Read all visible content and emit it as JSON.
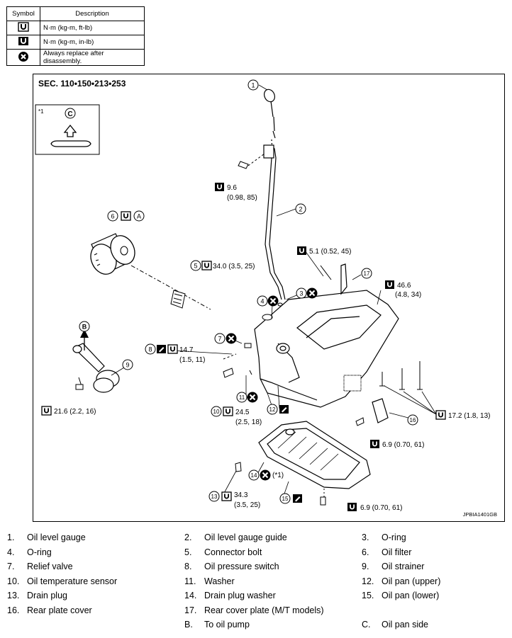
{
  "legend": {
    "header_symbol": "Symbol",
    "header_description": "Description",
    "rows": [
      {
        "icon": "torque-ft-lb-icon",
        "text": "N·m (kg-m, ft-lb)"
      },
      {
        "icon": "torque-in-lb-icon",
        "text": "N·m (kg-m, in-lb)"
      },
      {
        "icon": "always-replace-icon",
        "text": "Always replace after disassembly."
      }
    ]
  },
  "diagram": {
    "section": "SEC. 110•150•213•253",
    "image_code": "JPBIA1401GB",
    "inset_note": "*1",
    "inset_letter": "C",
    "callouts": {
      "c1": "1",
      "c2": "2",
      "c3": "3",
      "c4": "4",
      "c5": "5",
      "c6": "6",
      "c7": "7",
      "c8": "8",
      "c9": "9",
      "c10": "10",
      "c11": "11",
      "c12": "12",
      "c13": "13",
      "c14": "14",
      "c15": "15",
      "c16": "16",
      "c17": "17",
      "cA": "A",
      "cB": "B"
    },
    "torque": {
      "t1a": "9.6",
      "t1b": "(0.98, 85)",
      "t2": "34.0 (3.5, 25)",
      "t3": "5.1 (0.52, 45)",
      "t4a": "46.6",
      "t4b": "(4.8, 34)",
      "t5a": "14.7",
      "t5b": "(1.5, 11)",
      "t6": "21.6 (2.2, 16)",
      "t7a": "24.5",
      "t7b": "(2.5, 18)",
      "t8": "17.2 (1.8, 13)",
      "t9": "6.9 (0.70, 61)",
      "t10a": "34.3",
      "t10b": "(3.5, 25)",
      "t11": "6.9 (0.70, 61)",
      "star1": "(*1)"
    }
  },
  "parts": [
    [
      {
        "n": "1.",
        "t": "Oil level gauge"
      },
      {
        "n": "2.",
        "t": "Oil level gauge guide"
      },
      {
        "n": "3.",
        "t": "O-ring"
      }
    ],
    [
      {
        "n": "4.",
        "t": "O-ring"
      },
      {
        "n": "5.",
        "t": "Connector bolt"
      },
      {
        "n": "6.",
        "t": "Oil filter"
      }
    ],
    [
      {
        "n": "7.",
        "t": "Relief valve"
      },
      {
        "n": "8.",
        "t": "Oil pressure switch"
      },
      {
        "n": "9.",
        "t": "Oil strainer"
      }
    ],
    [
      {
        "n": "10.",
        "t": "Oil temperature sensor"
      },
      {
        "n": "11.",
        "t": "Washer"
      },
      {
        "n": "12.",
        "t": "Oil pan (upper)"
      }
    ],
    [
      {
        "n": "13.",
        "t": "Drain plug"
      },
      {
        "n": "14.",
        "t": "Drain plug washer"
      },
      {
        "n": "15.",
        "t": "Oil pan (lower)"
      }
    ],
    [
      {
        "n": "16.",
        "t": "Rear plate cover"
      },
      {
        "n": "17.",
        "t": "Rear cover plate (M/T models)"
      },
      {
        "n": "",
        "t": ""
      }
    ],
    [
      {
        "n": "",
        "t": ""
      },
      {
        "n": "B.",
        "t": "To oil pump"
      },
      {
        "n": "C.",
        "t": "Oil pan side"
      }
    ]
  ]
}
